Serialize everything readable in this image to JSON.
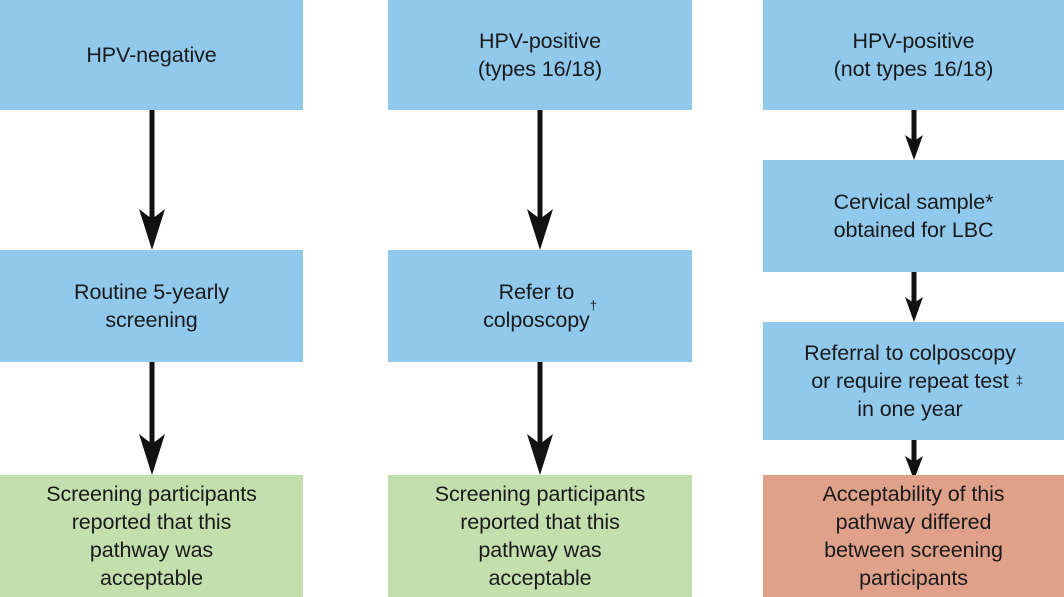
{
  "figure": {
    "type": "flowchart",
    "title": "",
    "orientation": "top-to-bottom",
    "columns": 3,
    "background": "#ffffff"
  },
  "colors": {
    "blue": "#90c9ec",
    "green": "#c3dfae",
    "red": "#e0a18a",
    "arrow": "#111111",
    "text": "#1a1a1a"
  },
  "columns": [
    {
      "id": "hpv-negative-pathway",
      "nodes": [
        {
          "id": "c1-n1",
          "label": "HPV-negative",
          "color": "blue",
          "lines": [
            "HPV-negative"
          ]
        },
        {
          "id": "c1-n2",
          "label": "Routine 5-yearly screening",
          "color": "blue",
          "lines": [
            "Routine 5-yearly",
            "screening"
          ]
        },
        {
          "id": "c1-n3",
          "label": "Screening participants reported that this pathway was acceptable",
          "color": "green",
          "lines": [
            "Screening participants",
            "reported that this",
            "pathway was",
            "acceptable"
          ]
        }
      ]
    },
    {
      "id": "hpv-positive-1618-pathway",
      "nodes": [
        {
          "id": "c2-n1",
          "label": "HPV-positive (types 16/18)",
          "color": "blue",
          "lines": [
            "HPV-positive",
            "(types 16/18)"
          ]
        },
        {
          "id": "c2-n2",
          "label": "Refer to colposcopy",
          "color": "blue",
          "lines": [
            "Refer to",
            "colposcopy"
          ],
          "footnote_marker": "†"
        },
        {
          "id": "c2-n3",
          "label": "Screening participants reported that this pathway was acceptable",
          "color": "green",
          "lines": [
            "Screening participants",
            "reported that this",
            "pathway was",
            "acceptable"
          ]
        }
      ]
    },
    {
      "id": "hpv-positive-other-pathway",
      "nodes": [
        {
          "id": "c3-n1",
          "label": "HPV-positive (not types 16/18)",
          "color": "blue",
          "lines": [
            "HPV-positive",
            "(not types 16/18)"
          ]
        },
        {
          "id": "c3-n2",
          "label": "Cervical sample* obtained for LBC",
          "color": "blue",
          "lines": [
            "Cervical sample*",
            "obtained for LBC"
          ]
        },
        {
          "id": "c3-n3",
          "label": "Referral to colposcopy or require repeat test in one year",
          "color": "blue",
          "lines": [
            "Referral to colposcopy",
            "or require repeat test",
            "in one year"
          ],
          "footnote_marker": "‡"
        },
        {
          "id": "c3-n4",
          "label": "Acceptability of this pathway differed between screening participants",
          "color": "red",
          "lines": [
            "Acceptability of this",
            "pathway differed",
            "between screening",
            "participants"
          ]
        }
      ]
    }
  ],
  "text": {
    "c1_n1": "HPV-negative",
    "c1_n2": "Routine 5-yearly\nscreening",
    "c1_n3": "Screening participants\nreported that this\npathway was\nacceptable",
    "c2_n1": "HPV-positive\n(types 16/18)",
    "c2_n2_main": "Refer to\ncolposcopy",
    "c2_n2_marker": "†",
    "c2_n3": "Screening participants\nreported that this\npathway was\nacceptable",
    "c3_n1": "HPV-positive\n(not types 16/18)",
    "c3_n2": "Cervical sample*\nobtained for LBC",
    "c3_n3_main": "Referral to colposcopy\nor require repeat test\nin one year",
    "c3_n3_marker": "‡",
    "c3_n4": "Acceptability of this\npathway differed\nbetween screening\nparticipants"
  }
}
